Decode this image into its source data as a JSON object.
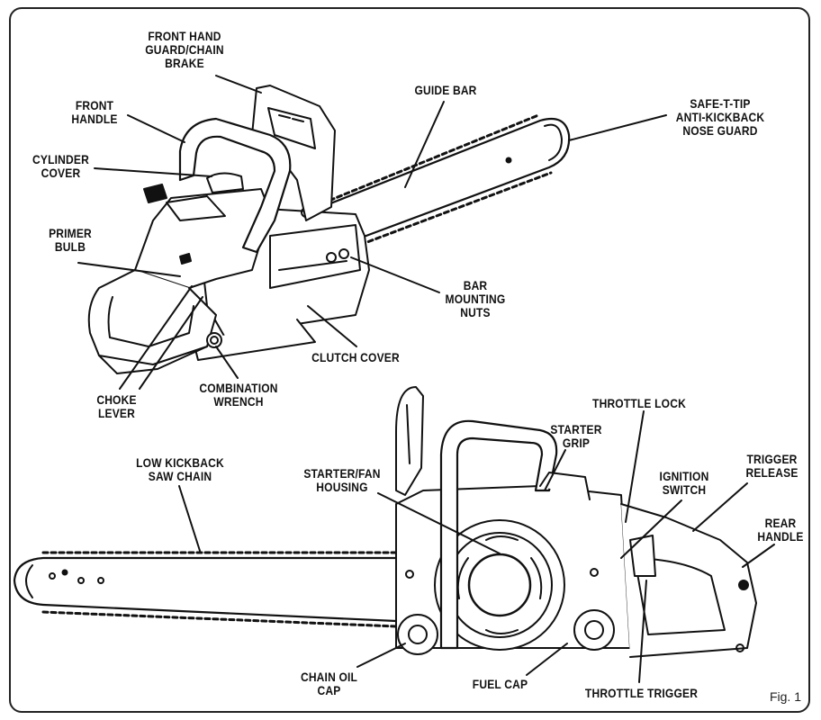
{
  "figure": {
    "caption": "Fig. 1"
  },
  "labels": {
    "front_hand_guard": [
      "FRONT HAND",
      "GUARD/CHAIN",
      "BRAKE"
    ],
    "front_handle": [
      "FRONT",
      "HANDLE"
    ],
    "cylinder_cover": [
      "CYLINDER",
      "COVER"
    ],
    "primer_bulb": [
      "PRIMER",
      "BULB"
    ],
    "guide_bar": [
      "GUIDE BAR"
    ],
    "safe_t_tip": [
      "SAFE-T-TIP",
      "ANTI-KICKBACK",
      "NOSE GUARD"
    ],
    "bar_mounting_nuts": [
      "BAR",
      "MOUNTING",
      "NUTS"
    ],
    "clutch_cover": [
      "CLUTCH COVER"
    ],
    "combination_wrench": [
      "COMBINATION",
      "WRENCH"
    ],
    "choke_lever": [
      "CHOKE",
      "LEVER"
    ],
    "low_kickback_chain": [
      "LOW KICKBACK",
      "SAW CHAIN"
    ],
    "starter_fan_housing": [
      "STARTER/FAN",
      "HOUSING"
    ],
    "starter_grip": [
      "STARTER",
      "GRIP"
    ],
    "throttle_lock": [
      "THROTTLE LOCK"
    ],
    "ignition_switch": [
      "IGNITION",
      "SWITCH"
    ],
    "trigger_release": [
      "TRIGGER",
      "RELEASE"
    ],
    "rear_handle": [
      "REAR",
      "HANDLE"
    ],
    "chain_oil_cap": [
      "CHAIN OIL",
      "CAP"
    ],
    "fuel_cap": [
      "FUEL CAP"
    ],
    "throttle_trigger": [
      "THROTTLE TRIGGER"
    ]
  }
}
